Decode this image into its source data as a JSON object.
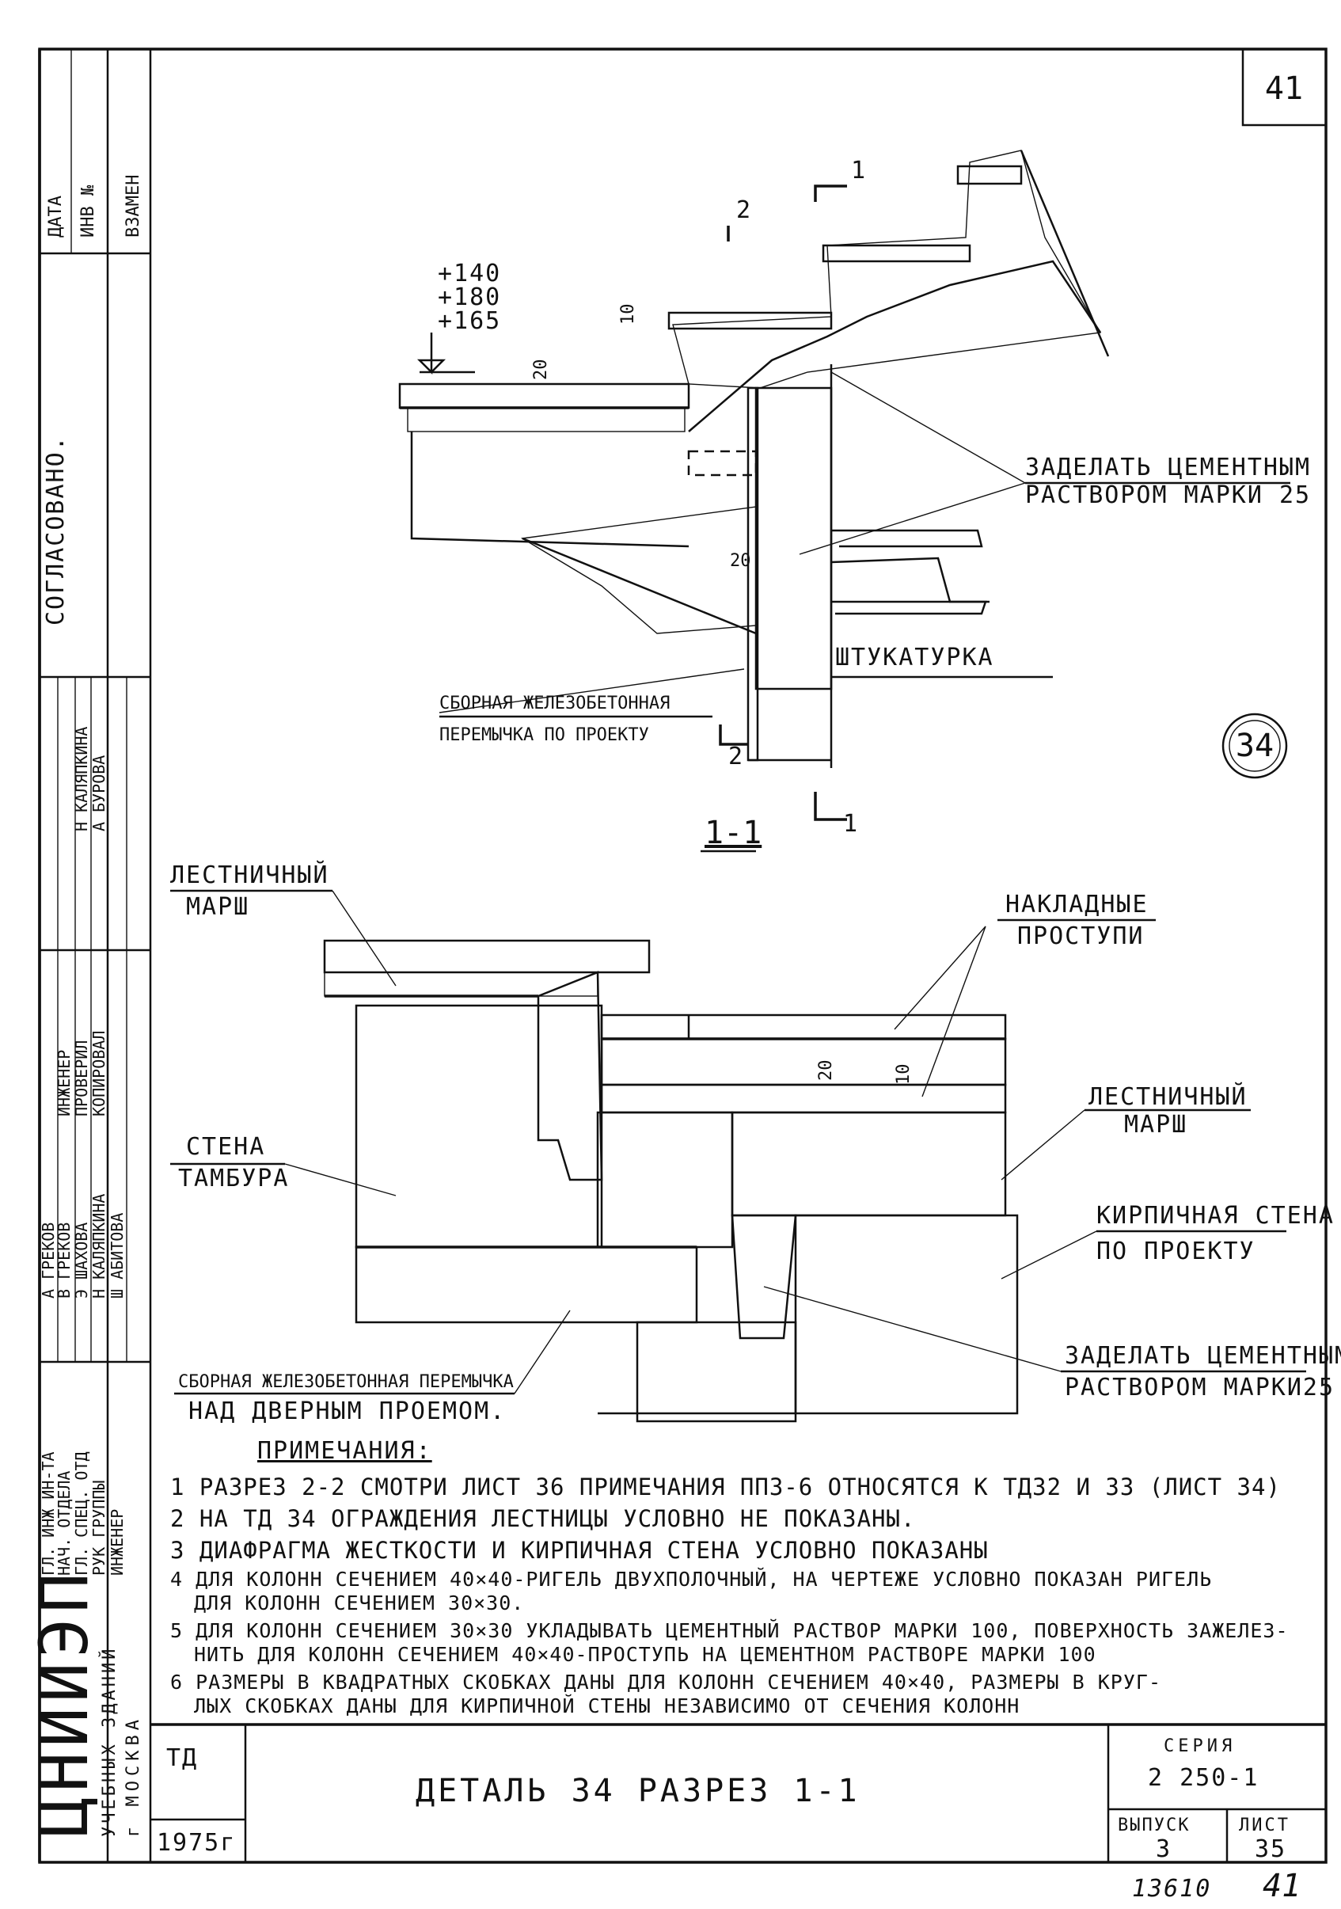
{
  "sheet": {
    "page_number": "41",
    "detail_circle": "34",
    "footer_numbers": [
      "13610",
      "41"
    ]
  },
  "side_stamp": {
    "top_labels": [
      "ДАТА",
      "ИНВ №",
      "ВЗАМЕН"
    ],
    "agreed": "СОГЛАСОВАНО.",
    "names_upper": [
      "Н КАЛЯПКИНА",
      "А БУРОВА"
    ],
    "roles_mid": [
      "ИНЖЕНЕР",
      "ПРОВЕРИЛ",
      "КОПИРОВАЛ"
    ],
    "names_mid": [
      "А ГРЕКОВ",
      "В ГРЕКОВ",
      "Э ШАХОВА",
      "Н КАЛЯПКИНА",
      "Ш АБИТОВА"
    ],
    "roles_low": [
      "ГЛ. ИНЖ ИН-ТА",
      "НАЧ. ОТДЕЛА",
      "ГЛ. СПЕЦ. ОТД",
      "РУК ГРУППЫ",
      "ИНЖЕНЕР"
    ],
    "institute": "ЦНИИЭП",
    "institute_sub": "УЧЕБНЫХ ЗДАНИЙ",
    "city": "г МОСКВА"
  },
  "section_1_1": {
    "title": "1-1",
    "cut_marks": [
      "1",
      "1",
      "2",
      "2"
    ],
    "elevations": [
      "+140",
      "+180",
      "+165"
    ],
    "dims": [
      "10",
      "20",
      "20"
    ],
    "label_mortar": [
      "ЗАДЕЛАТЬ ЦЕМЕНТНЫМ",
      "РАСТВОРОМ МАРКИ 25"
    ],
    "label_plaster": "ШТУКАТУРКА",
    "label_lintel": [
      "СБОРНАЯ ЖЕЛЕЗОБЕТОННАЯ",
      "ПЕРЕМЫЧКА ПО ПРОЕКТУ"
    ]
  },
  "plan": {
    "label_flight_left": [
      "ЛЕСТНИЧНЫЙ",
      "МАРШ"
    ],
    "label_treads": [
      "НАКЛАДНЫЕ",
      "ПРОСТУПИ"
    ],
    "label_flight_right": [
      "ЛЕСТНИЧНЫЙ",
      "МАРШ"
    ],
    "label_wall": [
      "СТЕНА",
      "ТАМБУРА"
    ],
    "label_brick": [
      "КИРПИЧНАЯ СТЕНА",
      "ПО ПРОЕКТУ"
    ],
    "label_mortar": [
      "ЗАДЕЛАТЬ ЦЕМЕНТНЫМ",
      "РАСТВОРОМ МАРКИ25"
    ],
    "label_lintel": [
      "СБОРНАЯ ЖЕЛЕЗОБЕТОННАЯ ПЕРЕМЫЧКА",
      "НАД ДВЕРНЫМ ПРОЕМОМ."
    ],
    "dims": [
      "20",
      "10"
    ]
  },
  "notes": {
    "heading": "ПРИМЕЧАНИЯ:",
    "items": [
      "1 РАЗРЕЗ 2-2 СМОТРИ ЛИСТ 36 ПРИМЕЧАНИЯ ПП3-6 ОТНОСЯТСЯ К ТД32 И 33 (ЛИСТ 34)",
      "2 НА ТД 34 ОГРАЖДЕНИЯ ЛЕСТНИЦЫ УСЛОВНО НЕ ПОКАЗАНЫ.",
      "3 ДИАФРАГМА ЖЕСТКОСТИ И КИРПИЧНАЯ СТЕНА УСЛОВНО ПОКАЗАНЫ",
      "4 ДЛЯ КОЛОНН СЕЧЕНИЕМ 40×40-РИГЕЛЬ ДВУХПОЛОЧНЫЙ, НА ЧЕРТЕЖЕ УСЛОВНО ПОКАЗАН РИГЕЛЬ",
      "ДЛЯ КОЛОНН СЕЧЕНИЕМ 30×30.",
      "5 ДЛЯ КОЛОНН СЕЧЕНИЕМ 30×30 УКЛАДЫВАТЬ ЦЕМЕНТНЫЙ РАСТВОР МАРКИ 100, ПОВЕРХНОСТЬ ЗАЖЕЛЕЗ-",
      "НИТЬ ДЛЯ КОЛОНН СЕЧЕНИЕМ 40×40-ПРОСТУПЬ НА ЦЕМЕНТНОМ РАСТВОРЕ МАРКИ 100",
      "6 РАЗМЕРЫ В КВАДРАТНЫХ СКОБКАХ ДАНЫ ДЛЯ КОЛОНН СЕЧЕНИЕМ 40×40, РАЗМЕРЫ В КРУГ-",
      "ЛЫХ СКОБКАХ ДАНЫ ДЛЯ КИРПИЧНОЙ СТЕНЫ НЕЗАВИСИМО ОТ СЕЧЕНИЯ КОЛОНН"
    ]
  },
  "title_block": {
    "code": "ТД",
    "year": "1975г",
    "title": "ДЕТАЛЬ 34 РАЗРЕЗ 1-1",
    "series_label": "СЕРИЯ",
    "series_value": "2 250-1",
    "issue_label": "ВЫПУСК",
    "issue_value": "3",
    "sheet_label": "ЛИСТ",
    "sheet_value": "35"
  }
}
